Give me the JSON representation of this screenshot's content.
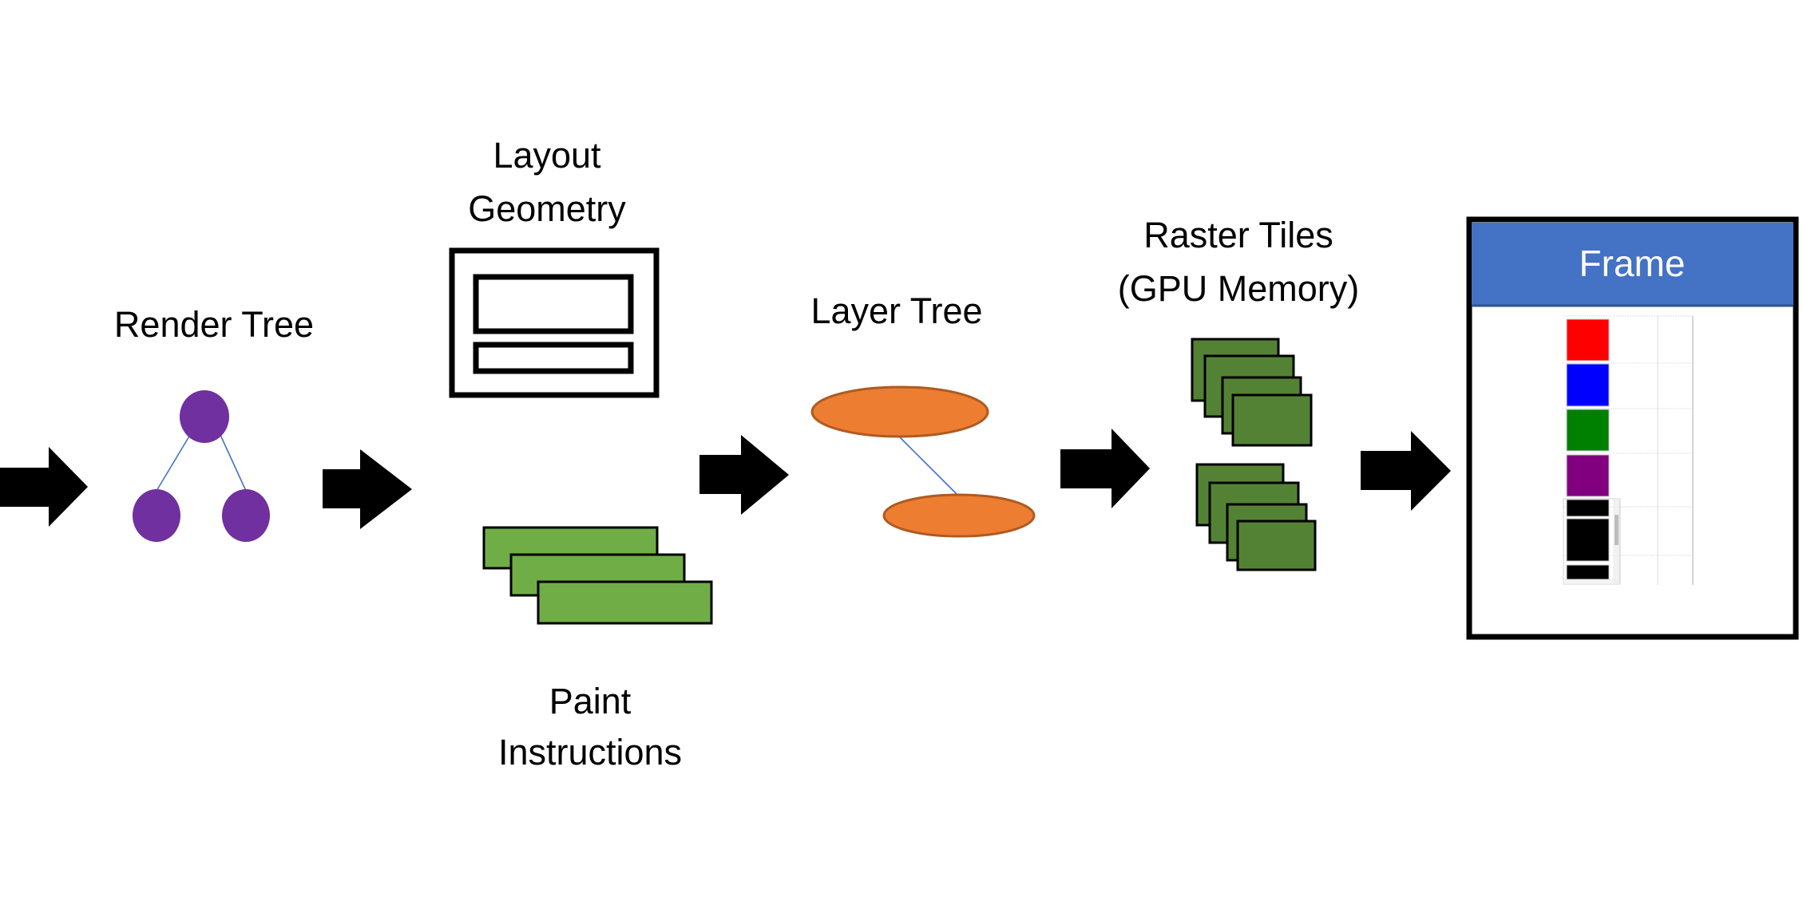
{
  "diagram": {
    "title": "Browser rendering pipeline",
    "stages": {
      "render_tree": {
        "label": "Render Tree"
      },
      "layout": {
        "label_lines": [
          "Layout",
          "Geometry"
        ]
      },
      "paint": {
        "label_lines": [
          "Paint",
          "Instructions"
        ]
      },
      "layer_tree": {
        "label": "Layer Tree"
      },
      "raster": {
        "label_lines": [
          "Raster Tiles",
          "(GPU Memory)"
        ]
      },
      "frame": {
        "label": "Frame"
      }
    },
    "frame_swatches": [
      {
        "name": "red",
        "color": "#FF0000"
      },
      {
        "name": "blue",
        "color": "#0000FF"
      },
      {
        "name": "green",
        "color": "#008000"
      },
      {
        "name": "purple",
        "color": "#800080"
      },
      {
        "name": "black",
        "color": "#000000"
      },
      {
        "name": "black",
        "color": "#000000"
      },
      {
        "name": "black",
        "color": "#000000"
      }
    ],
    "colors": {
      "tree_node": "#7030A0",
      "tree_edge": "#4472C4",
      "paint_fill": "#70AD47",
      "raster_fill": "#548235",
      "layer_fill": "#ED7D31",
      "layer_stroke": "#AE5A21",
      "frame_header": "#4472C4",
      "arrow": "#000000"
    },
    "arrows": [
      {
        "from": "input",
        "to": "render-tree"
      },
      {
        "from": "render-tree",
        "to": "layout-paint"
      },
      {
        "from": "layout-paint",
        "to": "layer-tree"
      },
      {
        "from": "layer-tree",
        "to": "raster-tiles"
      },
      {
        "from": "raster-tiles",
        "to": "frame"
      }
    ]
  }
}
